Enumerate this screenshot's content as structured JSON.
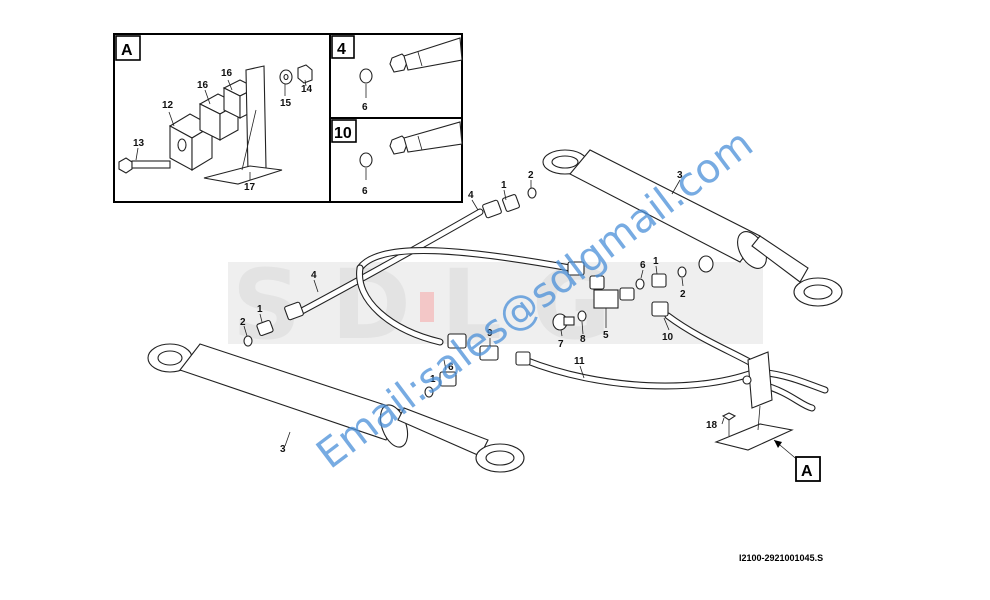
{
  "background_brand": "SDLG",
  "watermark": "Email:sales@sdlgmail.com",
  "drawing_ref": "I2100-2921001045.S",
  "detail_boxes": [
    {
      "letter": "A",
      "parts": [
        "12",
        "13",
        "16",
        "16",
        "15",
        "14",
        "17"
      ]
    },
    {
      "letter": "4",
      "parts": [
        "6"
      ]
    },
    {
      "letter": "10",
      "parts": [
        "6"
      ]
    }
  ],
  "callout_A": "A",
  "labels": {
    "c3_upper": "3",
    "c3_lower": "3",
    "h4_top": "4",
    "h4_mid": "4",
    "p1_top": "1",
    "p2_top": "2",
    "p1_left": "1",
    "p2_left": "2",
    "p6_right": "6",
    "p1_right": "1",
    "p2_right": "2",
    "p5": "5",
    "p7": "7",
    "p8": "8",
    "p9": "9",
    "p1_low": "1",
    "p6_low": "6",
    "p10": "10",
    "p11": "11",
    "p18": "18"
  },
  "colors": {
    "watermark": "#4a90d9",
    "brand": "#e3e3e3",
    "brand_accent": "#f3c7c7",
    "line": "#222222"
  }
}
